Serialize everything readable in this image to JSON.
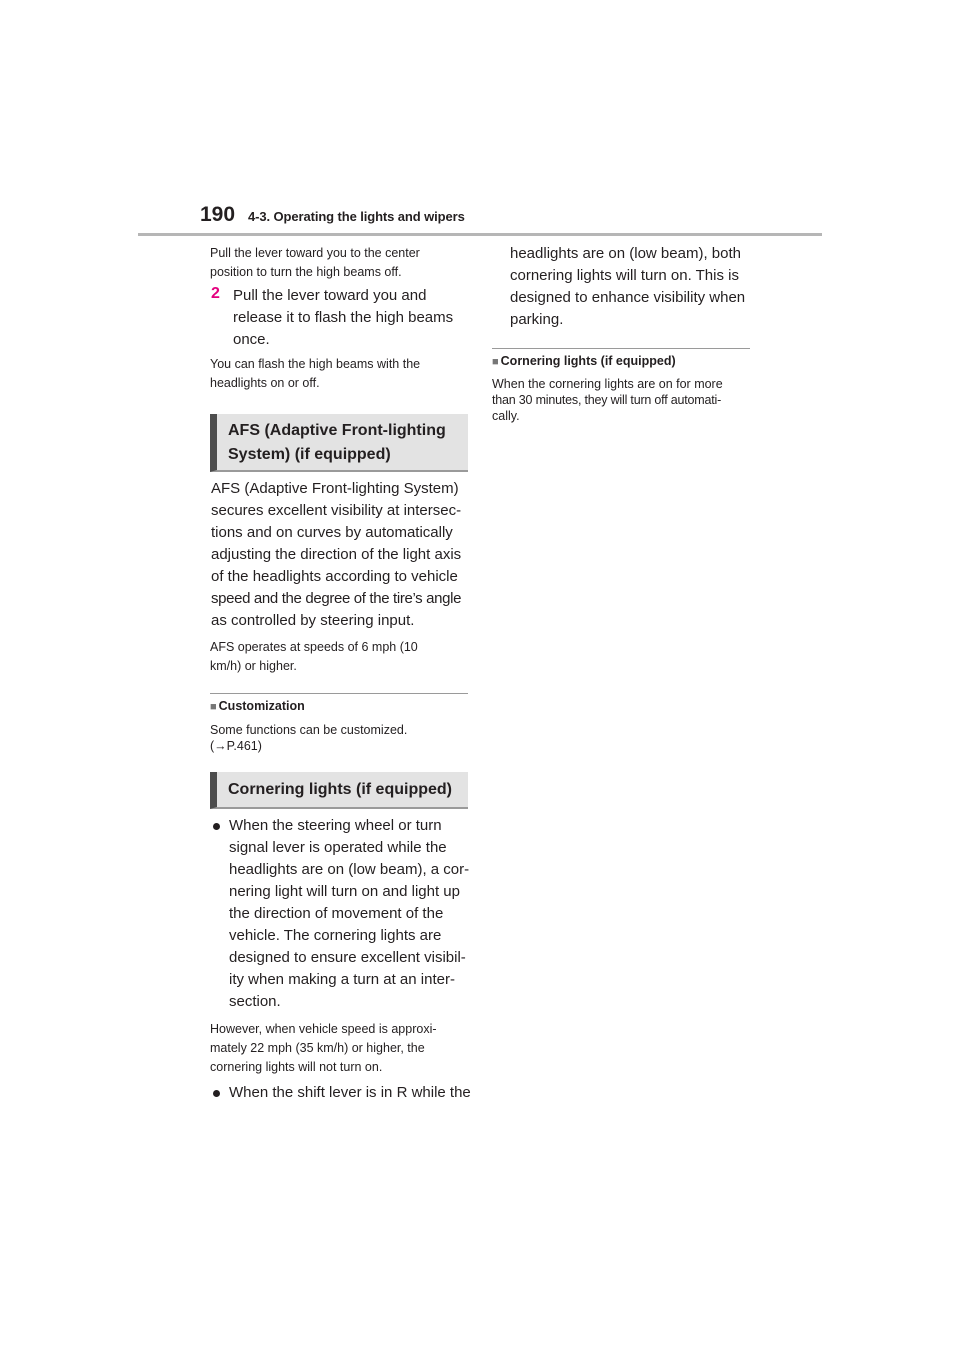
{
  "header": {
    "page_number": "190",
    "section_title": "4-3. Operating the lights and wipers"
  },
  "left": {
    "intro_lines": [
      "Pull the lever toward you to the center",
      "position to turn the high beams off."
    ],
    "step2": {
      "number": "2",
      "lines": [
        "Pull the lever toward you and",
        "release it to flash the high beams",
        "once."
      ]
    },
    "note1_lines": [
      "You can flash the high beams with the",
      "headlights on or off."
    ],
    "afs_heading_lines": [
      "AFS (Adaptive Front-lighting",
      "System) (if equipped)"
    ],
    "afs_body_lines": [
      "AFS (Adaptive Front-lighting System)",
      "secures excellent visibility at intersec-",
      "tions and on curves by automatically",
      "adjusting the direction of the light axis",
      "of the headlights according to vehicle",
      "speed and the degree of the tire’s angle",
      "as controlled by steering input."
    ],
    "afs_note_lines": [
      "AFS operates at speeds of 6 mph (10",
      "km/h) or higher."
    ],
    "customization": {
      "marker": "■",
      "title": "Customization",
      "line1": "Some functions can be customized.",
      "line2_open": "(",
      "arrow": "→",
      "line2_ref": "P.461)"
    },
    "cornering_heading": "Cornering lights (if equipped)",
    "bullet1_lines": [
      "When the steering wheel or turn",
      "signal lever is operated while the",
      "headlights are on (low beam), a cor-",
      "nering light will turn on and light up",
      "the direction of movement of the",
      "vehicle. The cornering lights are",
      "designed to ensure excellent visibil-",
      "ity when making a turn at an inter-",
      "section."
    ],
    "bullet1_note_lines": [
      "However, when vehicle speed is approxi-",
      "mately 22 mph (35 km/h) or higher, the",
      "cornering lights will not turn on."
    ],
    "bullet2_line": "When the shift lever is in R while the"
  },
  "right": {
    "continued_lines": [
      "headlights are on (low beam), both",
      "cornering lights will turn on. This is",
      "designed to enhance visibility when",
      "parking."
    ],
    "cornering_note": {
      "marker": "■",
      "title": "Cornering lights (if equipped)",
      "lines": [
        "When the cornering lights are on for more",
        "than 30 minutes, they will turn off automati-",
        "cally."
      ]
    }
  }
}
